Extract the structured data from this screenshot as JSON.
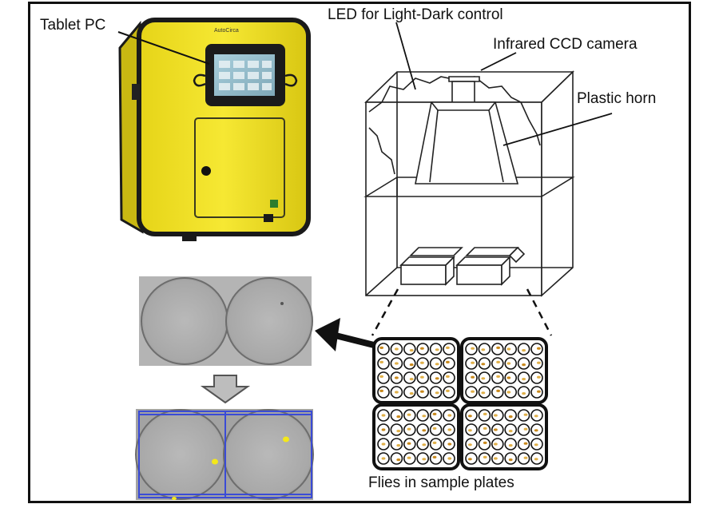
{
  "labels": {
    "tablet_pc": "Tablet PC",
    "led": "LED for Light-Dark control",
    "camera": "Infrared CCD camera",
    "horn": "Plastic horn",
    "flies": "Flies in sample plates"
  },
  "machine": {
    "brand": "AutoCirca",
    "body_color": "#f2e21f",
    "frame_color": "#1a1a1a",
    "screen_color": "#8fb8c8"
  },
  "tracking": {
    "grid_color": "#3a4bd6",
    "fly_color": "#f4e81a"
  }
}
